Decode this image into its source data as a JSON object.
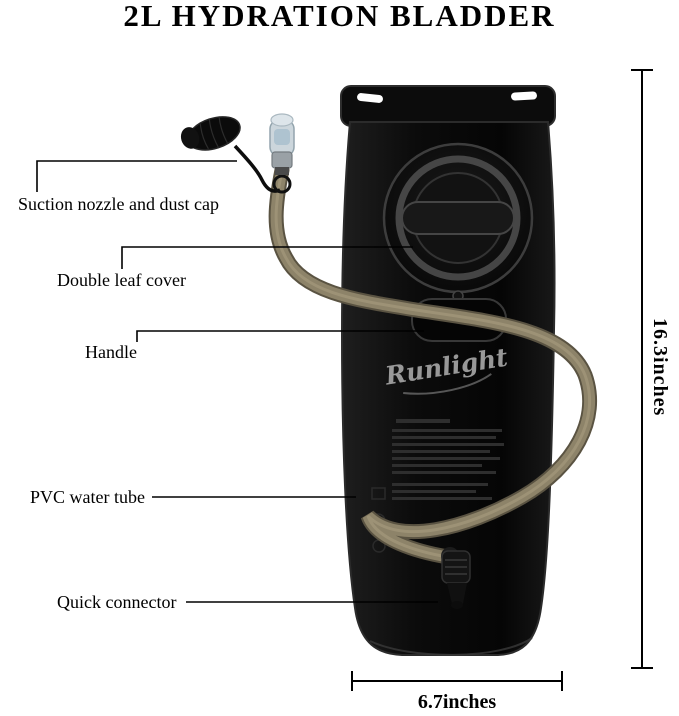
{
  "title": "2L HYDRATION BLADDER",
  "product": {
    "logo_text": "Runlight"
  },
  "callouts": [
    {
      "label": "Suction nozzle and dust cap"
    },
    {
      "label": "Double leaf cover"
    },
    {
      "label": "Handle"
    },
    {
      "label": "PVC water tube"
    },
    {
      "label": "Quick connector"
    }
  ],
  "dimensions": {
    "height_label": "16.3inches",
    "width_label": "6.7inches"
  },
  "colors": {
    "background": "#ffffff",
    "text": "#000000",
    "bladder": "#0f0f0f",
    "tube": "#8d8369",
    "tube_shadow": "#5a5342",
    "tube_highlight": "#ab9f82",
    "valve_tint": "#aec3d0",
    "line": "#000000"
  }
}
